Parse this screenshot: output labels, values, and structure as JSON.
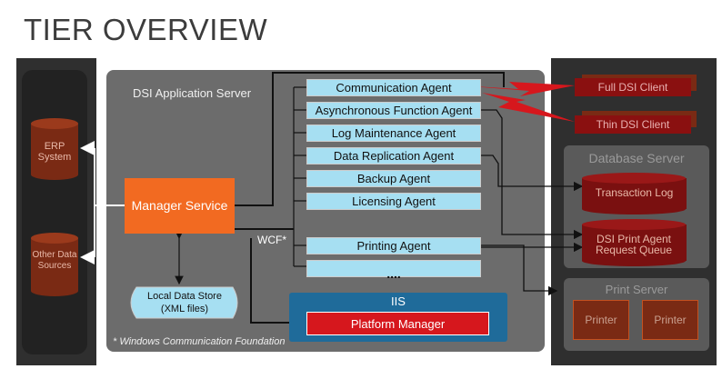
{
  "title": "TIER OVERVIEW",
  "app_server": {
    "label": "DSI Application Server",
    "manager": "Manager Service",
    "wcf_label": "WCF*",
    "agents": [
      "Communication Agent",
      "Asynchronous Function Agent",
      "Log Maintenance Agent",
      "Data Replication Agent",
      "Backup Agent",
      "Licensing Agent"
    ],
    "printing_agent": "Printing Agent",
    "more": "....",
    "local_store": "Local Data Store\n(XML files)",
    "iis_label": "IIS",
    "platform_manager": "Platform Manager",
    "footnote": "* Windows Communication Foundation"
  },
  "left_sources": {
    "erp": "ERP System",
    "other": "Other Data Sources"
  },
  "clients": {
    "full": "Full DSI Client",
    "thin": "Thin DSI Client"
  },
  "database_server": {
    "label": "Database Server",
    "transaction_log": "Transaction Log",
    "print_queue": "DSI Print Agent Request Queue"
  },
  "print_server": {
    "label": "Print Server",
    "printers": [
      "Printer",
      "Printer"
    ]
  },
  "colors": {
    "orange": "#f26a21",
    "agent_blue": "#a6dff2",
    "iis_blue": "#1f6b9a",
    "red": "#d6171d",
    "dark_red": "#7a1010"
  }
}
